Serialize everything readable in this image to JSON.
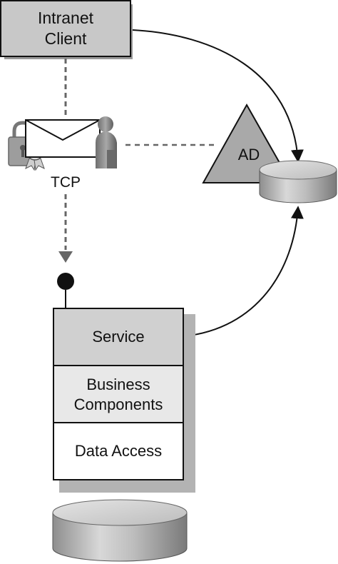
{
  "client": {
    "line1": "Intranet",
    "line2": "Client"
  },
  "transport": {
    "label": "TCP"
  },
  "directory": {
    "label": "AD"
  },
  "service_stack": {
    "service": "Service",
    "business_line1": "Business",
    "business_line2": "Components",
    "data_access": "Data Access"
  },
  "colors": {
    "box_gray": "#c8c8c8",
    "light_gray": "#e6e6e6",
    "shadow": "#b0b0b0",
    "dashed": "#666666",
    "line": "#111111"
  },
  "icons": [
    "lock-icon",
    "certificate-icon",
    "envelope-icon",
    "user-icon",
    "database-icon"
  ]
}
